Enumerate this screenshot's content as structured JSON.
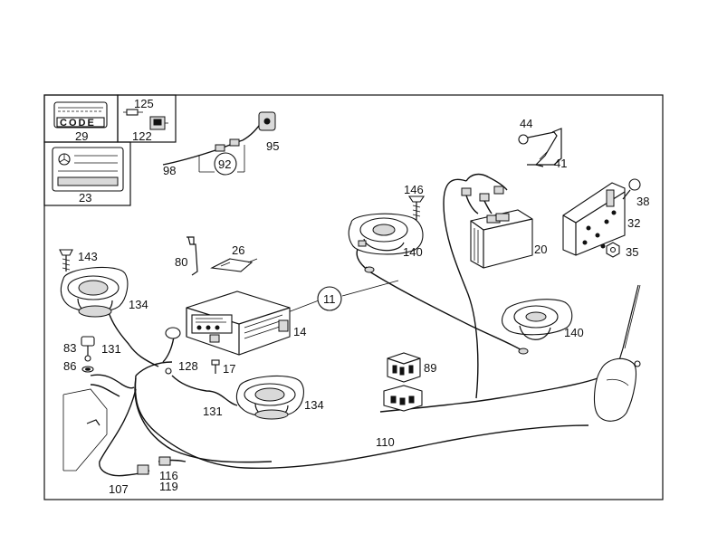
{
  "inset_labels": {
    "code_word": "CODE",
    "code_card": "29",
    "item_125": "125",
    "item_122": "122",
    "card_23": "23"
  },
  "callouts": {
    "p98": "98",
    "p92": "92",
    "p95": "95",
    "p44": "44",
    "p41": "41",
    "p146": "146",
    "p38": "38",
    "p32": "32",
    "p35": "35",
    "p20": "20",
    "p140a": "140",
    "p140b": "140",
    "p143": "143",
    "p26": "26",
    "p80": "80",
    "p134a": "134",
    "p134b": "134",
    "p11": "11",
    "p14": "14",
    "p83": "83",
    "p131a": "131",
    "p131b": "131",
    "p86": "86",
    "p128": "128",
    "p17": "17",
    "p89": "89",
    "p110": "110",
    "p116": "116",
    "p119": "119",
    "p107": "107"
  }
}
